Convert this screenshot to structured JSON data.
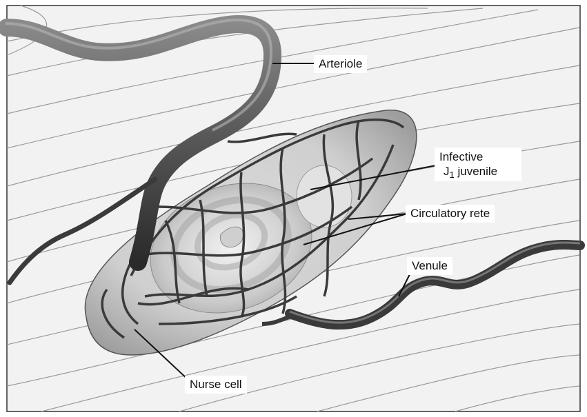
{
  "labels": {
    "arteriole": "Arteriole",
    "infective_line1": "Infective",
    "infective_J": "J",
    "infective_sub": "1",
    "infective_word": " juvenile",
    "circulatory": "Circulatory rete",
    "venule": "Venule",
    "nurse": "Nurse cell"
  }
}
